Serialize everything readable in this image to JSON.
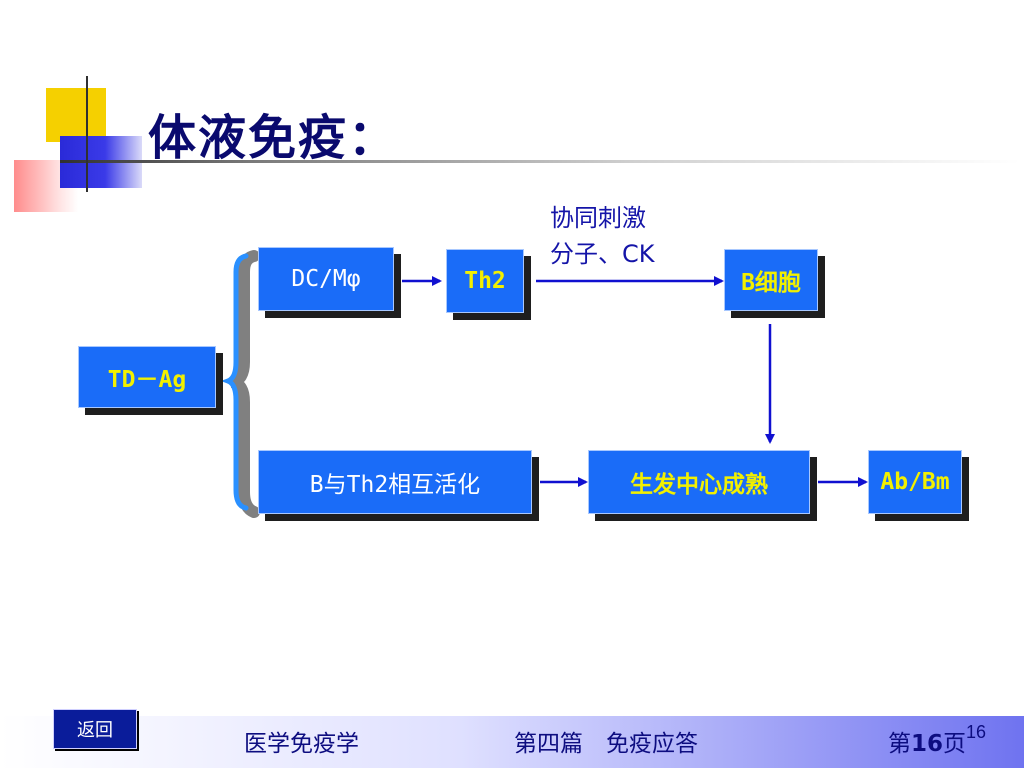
{
  "title": "体液免疫：",
  "diagram": {
    "nodes": {
      "antigen": "TD－Ag",
      "apc": "DC/Mφ",
      "th2": "Th2",
      "b_cell": "B细胞",
      "activation": "B与Th2相互活化",
      "germinal": "生发中心成熟",
      "output": "Ab/Bm"
    },
    "edge_label": {
      "line1": "协同刺激",
      "line2": "分子、CK"
    },
    "colors": {
      "box_fill": "#1a6cf8",
      "box_text_white": "#ffffff",
      "box_text_yellow": "#f2f000",
      "arrow": "#1010d0",
      "brace": "#2a90ff"
    }
  },
  "footer": {
    "back_label": "返回",
    "course": "医学免疫学",
    "section": "第四篇　免疫应答",
    "page_prefix": "第",
    "page_num": "16",
    "page_suffix": "页",
    "slide_number": "16"
  }
}
